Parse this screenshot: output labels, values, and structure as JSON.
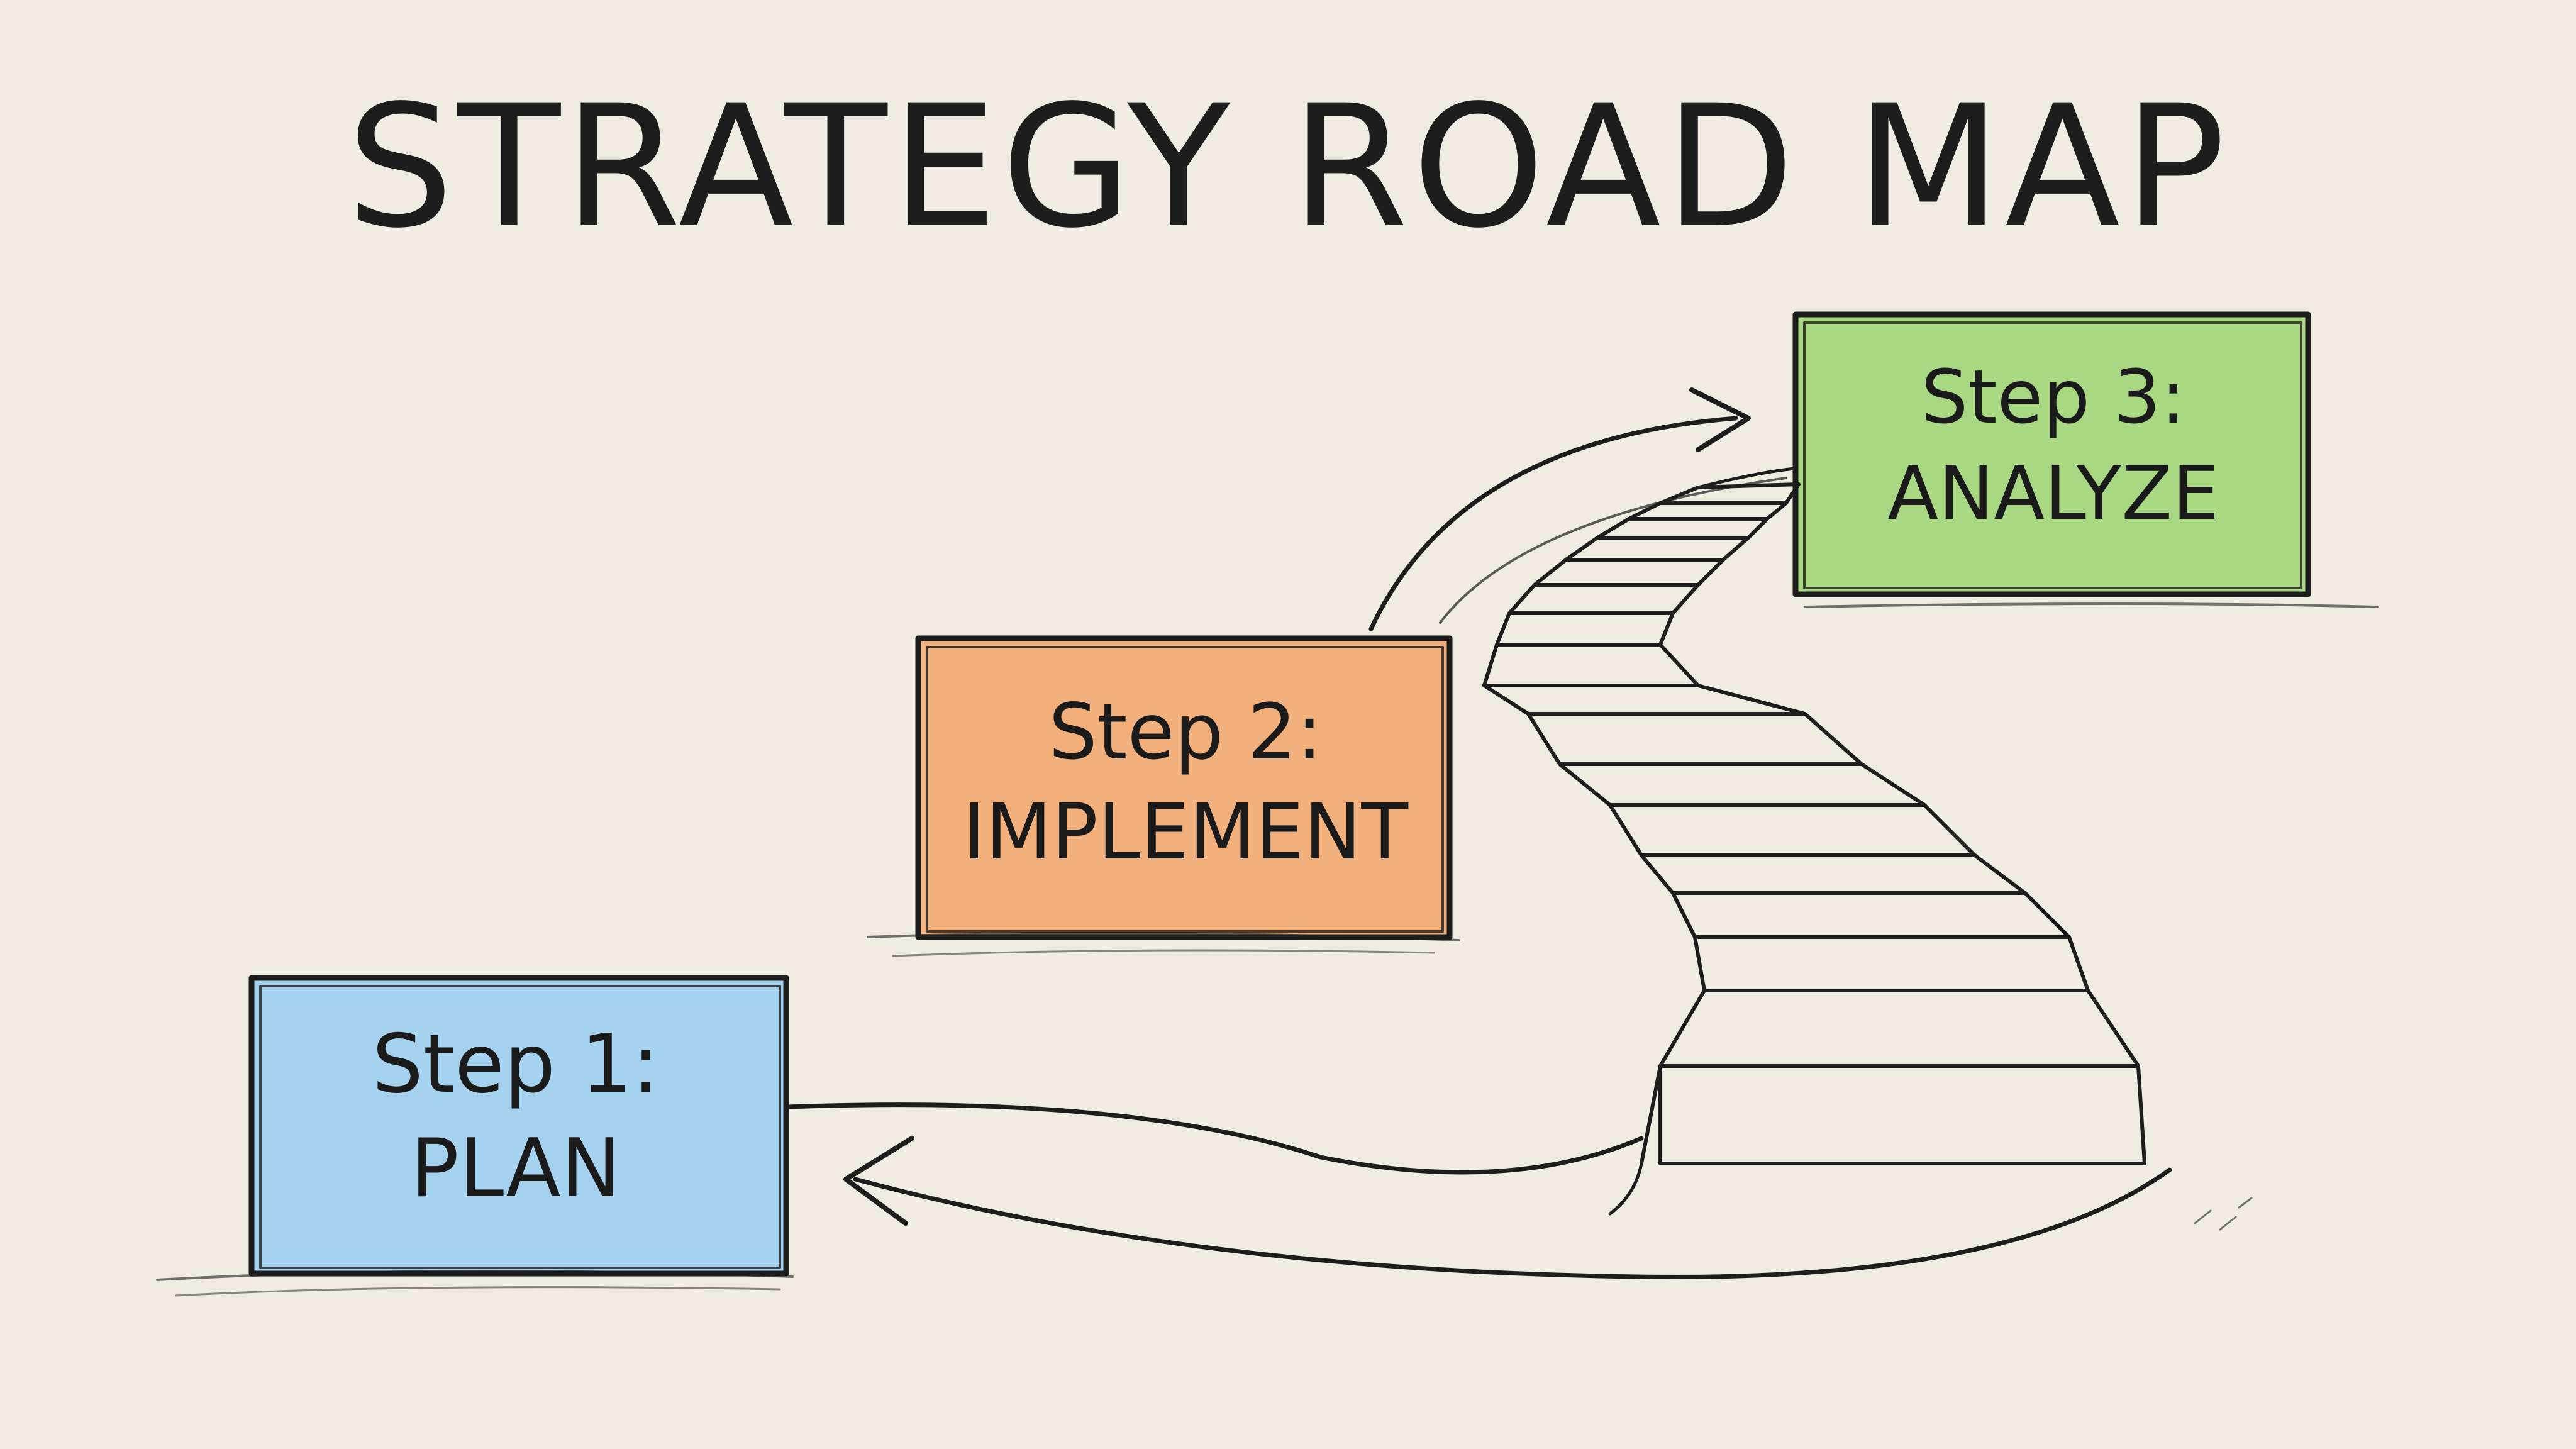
{
  "title": "STRATEGY ROAD MAP",
  "steps": [
    {
      "line1": "Step 1:",
      "line2": "PLAN",
      "color": "#a5d3ef"
    },
    {
      "line1": "Step 2:",
      "line2": "IMPLEMENT",
      "color": "#f2b07c"
    },
    {
      "line1": "Step 3:",
      "line2": "ANALYZE",
      "color": "#a8d882"
    }
  ],
  "ink_color": "#1d1d1d",
  "background_color": "#f1ece2"
}
